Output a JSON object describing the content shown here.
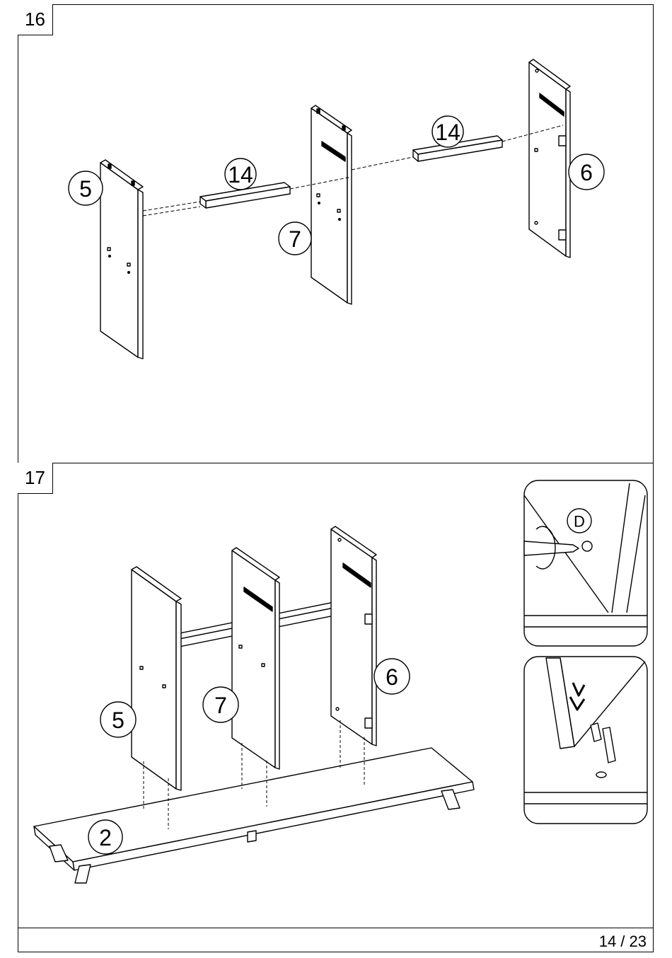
{
  "steps": [
    {
      "number": "16",
      "callouts": {
        "left_panel": "5",
        "middle_panel": "7",
        "right_panel": "6",
        "rail_left": "14",
        "rail_right": "14"
      }
    },
    {
      "number": "17",
      "callouts": {
        "left_panel": "5",
        "middle_panel": "7",
        "right_panel": "6",
        "base": "2",
        "hardware": "D"
      }
    }
  ],
  "footer": {
    "page": "14 / 23"
  }
}
